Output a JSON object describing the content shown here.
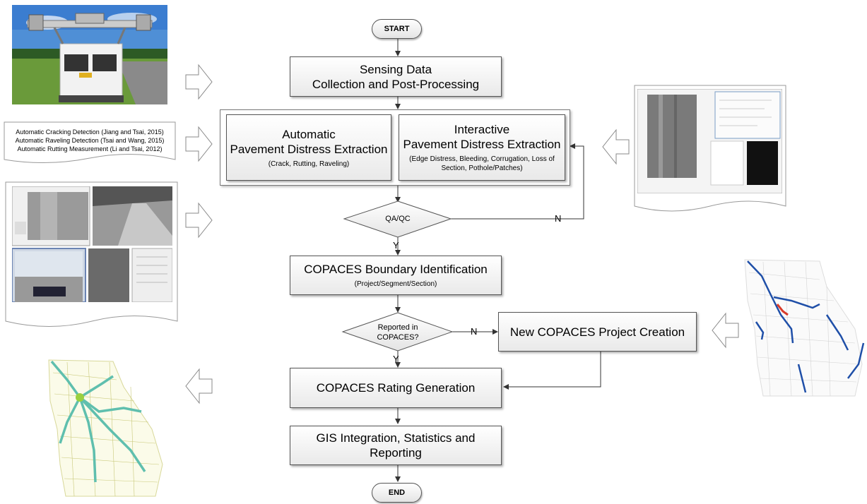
{
  "start": "START",
  "end": "END",
  "sensing": {
    "line1": "Sensing Data",
    "line2": "Collection and Post-Processing"
  },
  "automatic": {
    "line1": "Automatic",
    "line2": "Pavement Distress Extraction",
    "sub": "(Crack, Rutting, Raveling)"
  },
  "interactive": {
    "line1": "Interactive",
    "line2": "Pavement Distress Extraction",
    "sub": "(Edge Distress, Bleeding, Corrugation, Loss of Section, Pothole/Patches)"
  },
  "qaqc": "QA/QC",
  "boundary": {
    "line1": "COPACES Boundary Identification",
    "sub": "(Project/Segment/Section)"
  },
  "reported": {
    "line1": "Reported in",
    "line2": "COPACES?"
  },
  "new_project": "New COPACES Project Creation",
  "rating": "COPACES Rating Generation",
  "gis": "GIS Integration, Statistics and Reporting",
  "labels": {
    "n1": "N",
    "y1": "Y",
    "n2": "N",
    "y2": "Y"
  },
  "references": [
    "Automatic Cracking Detection (Jiang and Tsai, 2015)",
    "Automatic Raveling Detection (Tsai and Wang, 2015)",
    "Automatic Rutting Measurement (Li and Tsai, 2012)"
  ]
}
